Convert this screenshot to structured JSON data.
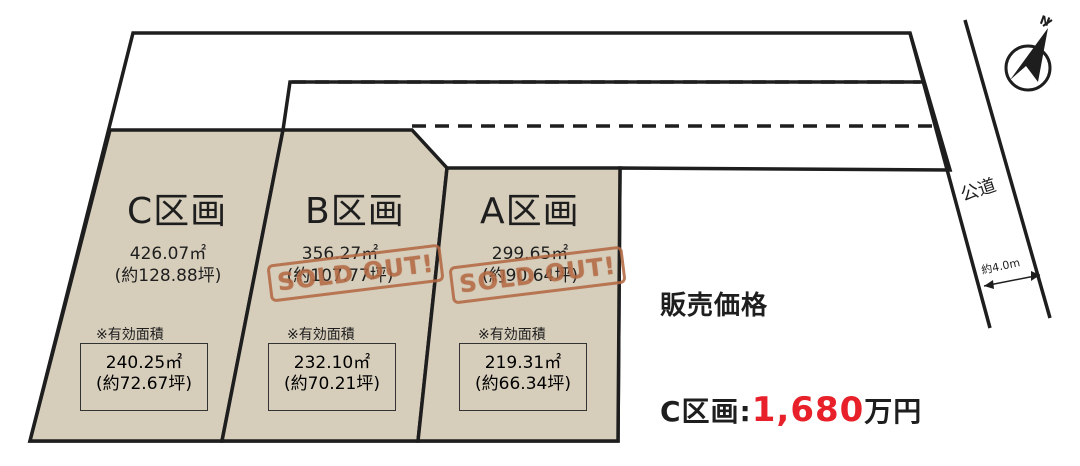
{
  "lots": [
    {
      "name": "C区画",
      "area": "426.07㎡",
      "tsubo": "(約128.88坪)",
      "effective_label": "※有効面積",
      "effective_area": "240.25㎡",
      "effective_tsubo": "(約72.67坪)",
      "sold": false
    },
    {
      "name": "B区画",
      "area": "356.27㎡",
      "tsubo": "(約107.77坪)",
      "effective_label": "※有効面積",
      "effective_area": "232.10㎡",
      "effective_tsubo": "(約70.21坪)",
      "sold": true
    },
    {
      "name": "A区画",
      "area": "299.65㎡",
      "tsubo": "(約90.64坪)",
      "effective_label": "※有効面積",
      "effective_area": "219.31㎡",
      "effective_tsubo": "(約66.34坪)",
      "sold": true
    }
  ],
  "sold_stamp": "SOLD OUT!",
  "road": {
    "label": "公道",
    "width": "約4.0m"
  },
  "compass": {
    "letter": "N",
    "icon": "north-arrow-icon"
  },
  "price": {
    "heading": "販売価格",
    "lot": "C区画:",
    "amount": "1,680",
    "unit": "万円"
  },
  "colors": {
    "lot_fill": "#d6cdbb",
    "outline": "#1e1e1e",
    "price_red": "#e8202a",
    "stamp": "#b36a44"
  }
}
